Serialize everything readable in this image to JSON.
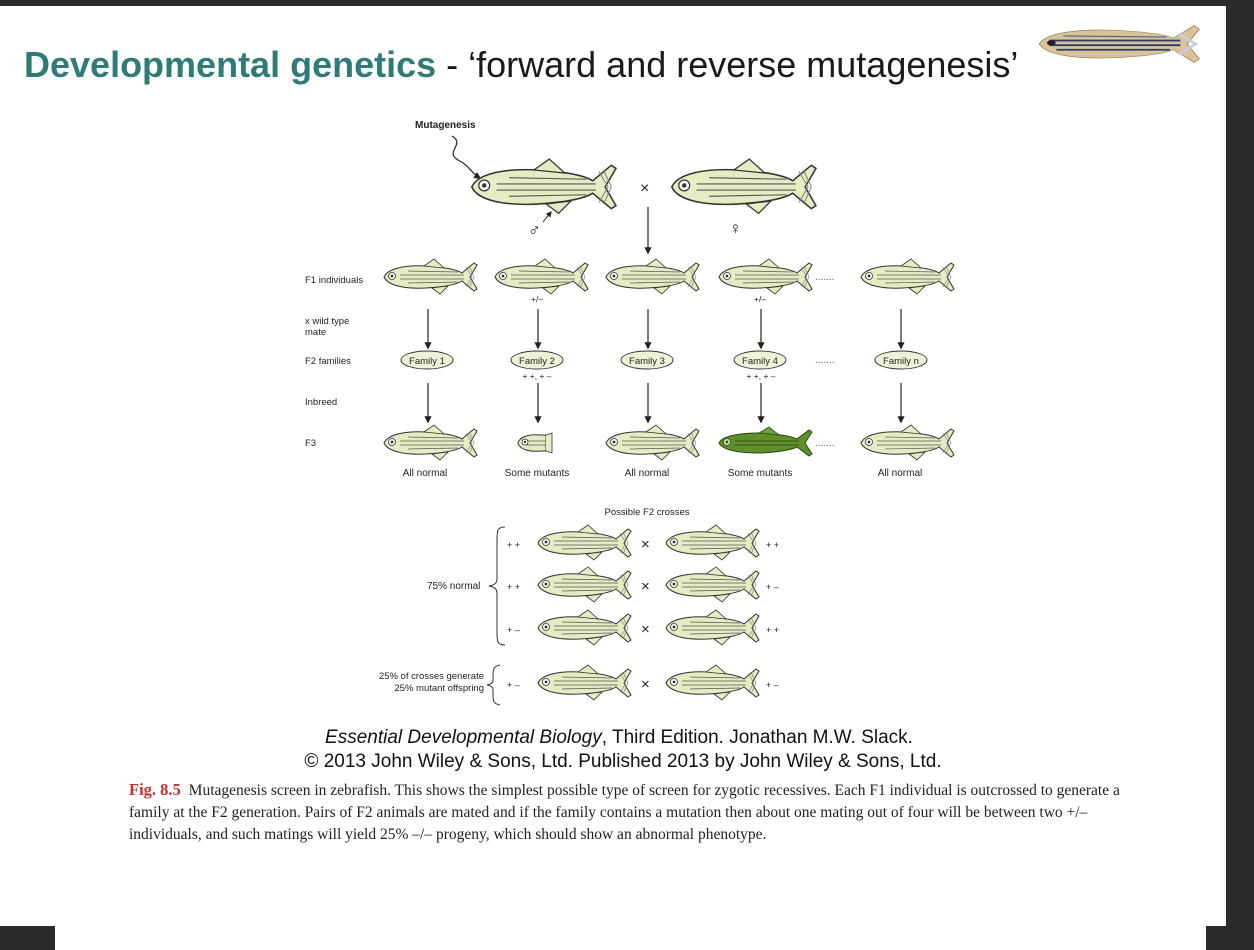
{
  "slide": {
    "title_strong": "Developmental genetics",
    "title_rest": " - ‘forward and reverse mutagenesis’"
  },
  "diagram": {
    "mutagenesis": "Mutagenesis",
    "male_symbol": "♂",
    "female_symbol": "♀",
    "cross_symbol": "×",
    "dots": ".......",
    "row_labels": {
      "f1": "F1 individuals",
      "wild1": "x wild type",
      "wild2": "mate",
      "f2": "F2 families",
      "inbreed": "Inbreed",
      "f3": "F3"
    },
    "f1_genotypes": [
      "+/–",
      "+/–"
    ],
    "families": [
      "Family 1",
      "Family 2",
      "Family 3",
      "Family 4",
      "Family n"
    ],
    "family_genotypes": [
      "+ +, + –",
      "+ +, + –"
    ],
    "outcomes": [
      "All normal",
      "Some mutants",
      "All normal",
      "Some mutants",
      "All normal"
    ],
    "crosses_title": "Possible F2 crosses",
    "normal_label": "75% normal",
    "mutant_label_1": "25% of crosses generate",
    "mutant_label_2": "25% mutant offspring",
    "crosses": [
      {
        "left": "+ +",
        "right": "+ +"
      },
      {
        "left": "+ +",
        "right": "+ –"
      },
      {
        "left": "+ –",
        "right": "+ +"
      },
      {
        "left": "+ –",
        "right": "+ –"
      }
    ],
    "colors": {
      "fish_body": "#e6ebc4",
      "mutant_fish": "#5e8f2b",
      "title_accent": "#2e7b78"
    }
  },
  "citation": {
    "book": "Essential Developmental Biology",
    "rest": ", Third Edition. Jonathan M.W. Slack.",
    "copyright": "© 2013 John Wiley & Sons, Ltd. Published 2013 by John Wiley & Sons, Ltd."
  },
  "caption": {
    "label": "Fig. 8.5",
    "text": "Mutagenesis screen in zebrafish. This shows the simplest possible type of screen for zygotic recessives. Each F1 individual is outcrossed to generate a family at the F2 generation. Pairs of F2 animals are mated and if the family contains a mutation then about one mating out of four will be between two +/– individuals, and such matings will yield 25% –/– progeny, which should show an abnormal phenotype."
  }
}
